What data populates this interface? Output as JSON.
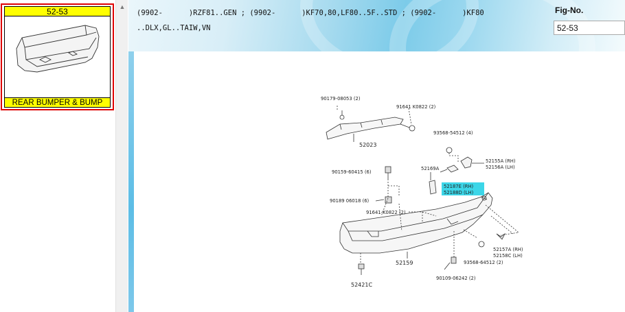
{
  "thumbnail": {
    "fig_no": "52-53",
    "caption": "REAR BUMPER & BUMP"
  },
  "header": {
    "applicability_line1": "(9902-      )RZF81..GEN ; (9902-      )KF70,80,LF80..5F..STD ; (9902-      )KF80",
    "applicability_line2": "..DLX,GL..TAIW,VN",
    "fig_label": "Fig-No.",
    "fig_value": "52-53"
  },
  "diagram": {
    "labels": {
      "p90179": "90179-08053 (2)",
      "p91641a": "91641   K0822 (2)",
      "p52023": "52023",
      "p93568a": "93568-54512 (4)",
      "p52155a": "52155A (RH)",
      "p52156a": "52156A (LH)",
      "p90159": "90159-60415 (6)",
      "p52169a": "52169A",
      "p52187e": "52187E (RH)",
      "p52188d": "52188D (LH)",
      "p90189": "90189   06018 (6)",
      "p91641b": "91641-K0822 (2)",
      "p52157a": "52157A (RH)",
      "p52158c": "52158C (LH)",
      "p52159": "52159",
      "p93568b": "93568-64512 (2)",
      "p52421c": "52421C",
      "p90109": "90109-06242 (2)"
    }
  },
  "colors": {
    "highlight": "#3cd6e8",
    "fig_header": "#ffff00",
    "card_border": "#e00000"
  }
}
